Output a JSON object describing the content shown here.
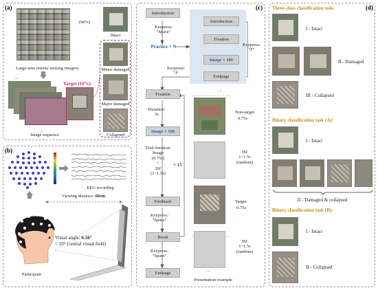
{
  "panel_a": {
    "label": "(a)",
    "percent_90": "(90%)",
    "large_area": "Large-area remote sensing imagery",
    "target": "Target (10%)",
    "dots_top": "...",
    "dots_bottom": "...",
    "image_sequence": "Image sequence",
    "classes": [
      "Intact",
      "Minor damaged",
      "Major damaged",
      "Collapsed"
    ]
  },
  "panel_b": {
    "label": "(b)",
    "eeg": "EEG recording",
    "viewing_distance_prefix": "Viewing distance: ",
    "viewing_distance_value": "60cm",
    "visual_angle_prefix": "Visual angle: ",
    "visual_angle_value": "6.56°",
    "visual_angle_note": "< 10° (central visual field)",
    "participant": "Participant"
  },
  "panel_c": {
    "label": "(c)",
    "introduction": "Introduction",
    "keypress_space": "Keypress:",
    "space": "\"Space\"",
    "practice": "Practice × N",
    "inner_intro": "Introduction",
    "inner_fixation": "Fixation",
    "inner_image": "Image × 100",
    "inner_endpage": "Endpage",
    "keypress_f_label": "Keypress:",
    "keypress_f": "\"F\"",
    "keypress_j_label": "Keypress:",
    "keypress_j": "\"J\"",
    "dots": "...",
    "fixation": "Fixation",
    "duration_label": "Duration:",
    "duration_value": "3s",
    "image_100": "Image × 100",
    "trial_duration": "Trial duration:",
    "trial_image": "Image",
    "trial_image_time": "(0.75s)",
    "plus": "+",
    "trial_isi": "ISI",
    "trial_isi_time": "(1~1.5s)",
    "times_15": "× 15",
    "feedback": "Feedback",
    "keypress_space2": "Keypress:",
    "space2": "\"Space\"",
    "break": "Break",
    "keypress_space3": "Keypress:",
    "space3": "\"Space\"",
    "endpage": "Endpage",
    "pres_nontarget": "Non-target",
    "pres_nontarget_time": "0.75s",
    "pres_isi1": "ISI",
    "pres_isi1_time": "1~1.5s",
    "pres_isi1_note": "(random)",
    "pres_target": "Target",
    "pres_target_time": "0.75s",
    "pres_isi2": "ISI",
    "pres_isi2_time": "1~1.5s",
    "pres_isi2_note": "(random)",
    "pres_dots": "...",
    "presentation_example": "Presentation example"
  },
  "panel_d": {
    "label": "(d)",
    "three_class": "Three-class classification task:",
    "tc_1": "I - Intact",
    "tc_2": "II - Damaged",
    "tc_3": "III - Collapsed",
    "binary_a": "Binary classification task (A):",
    "ba_1": "I - Intact",
    "ba_2": "II - Damaged & collapsed",
    "binary_b": "Binary classification task (B):",
    "bb_1": "I - Intact",
    "bb_2": "II - Collapsed"
  },
  "colors": {
    "flow_box": "#cfcfcf",
    "highlight": "#2e5fa8",
    "task_title": "#c48a1a",
    "target_pink": "#b03a6a"
  }
}
